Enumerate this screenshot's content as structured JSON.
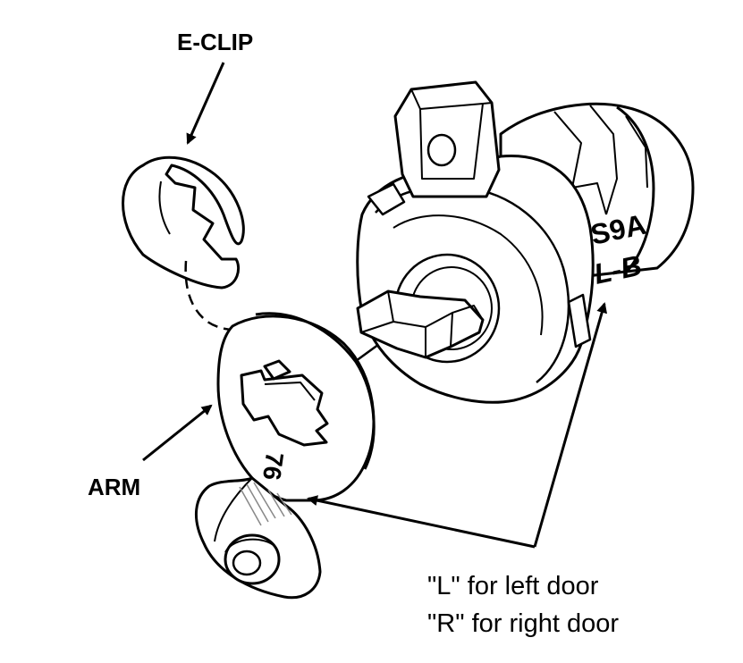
{
  "labels": {
    "eclip": "E-CLIP",
    "arm": "ARM",
    "note_left": "\"L\" for left door",
    "note_right": "\"R\" for right door",
    "cylinder_code_line1": "S9A",
    "cylinder_code_line2": "L-B",
    "arm_marking": "76"
  },
  "colors": {
    "ink": "#000000",
    "paper": "#ffffff",
    "hatch": "#888888"
  }
}
